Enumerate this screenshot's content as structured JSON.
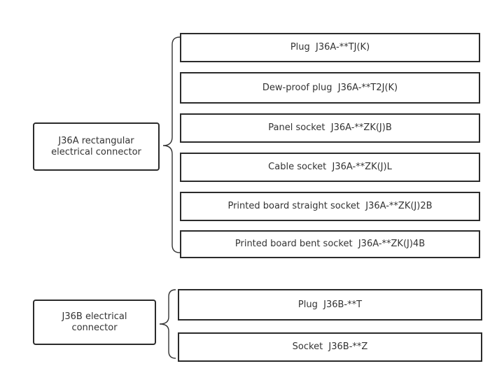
{
  "groups": [
    {
      "root": {
        "label_line1": "J36A rectangular",
        "label_line2": "electrical connector"
      },
      "children": [
        {
          "label": "Plug  J36A-**TJ(K)"
        },
        {
          "label": "Dew-proof plug  J36A-**T2J(K)"
        },
        {
          "label": "Panel socket  J36A-**ZK(J)B"
        },
        {
          "label": "Cable socket  J36A-**ZK(J)L"
        },
        {
          "label": "Printed board straight socket  J36A-**ZK(J)2B"
        },
        {
          "label": "Printed board bent socket  J36A-**ZK(J)4B"
        }
      ]
    },
    {
      "root": {
        "label_line1": "J36B electrical",
        "label_line2": "connector"
      },
      "children": [
        {
          "label": "Plug  J36B-**T"
        },
        {
          "label": "Socket  J36B-**Z"
        }
      ]
    }
  ]
}
